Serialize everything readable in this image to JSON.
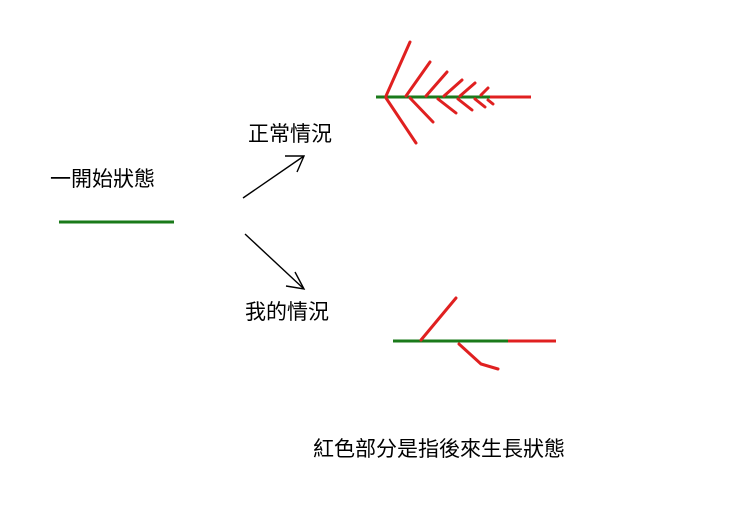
{
  "labels": {
    "start_state": "一開始狀態",
    "normal_case": "正常情況",
    "my_case": "我的情況",
    "legend": "紅色部分是指後來生長狀態"
  },
  "colors": {
    "initial_growth": "#1a7a1a",
    "later_growth": "#e02020",
    "arrow": "#000000",
    "background": "#ffffff"
  }
}
